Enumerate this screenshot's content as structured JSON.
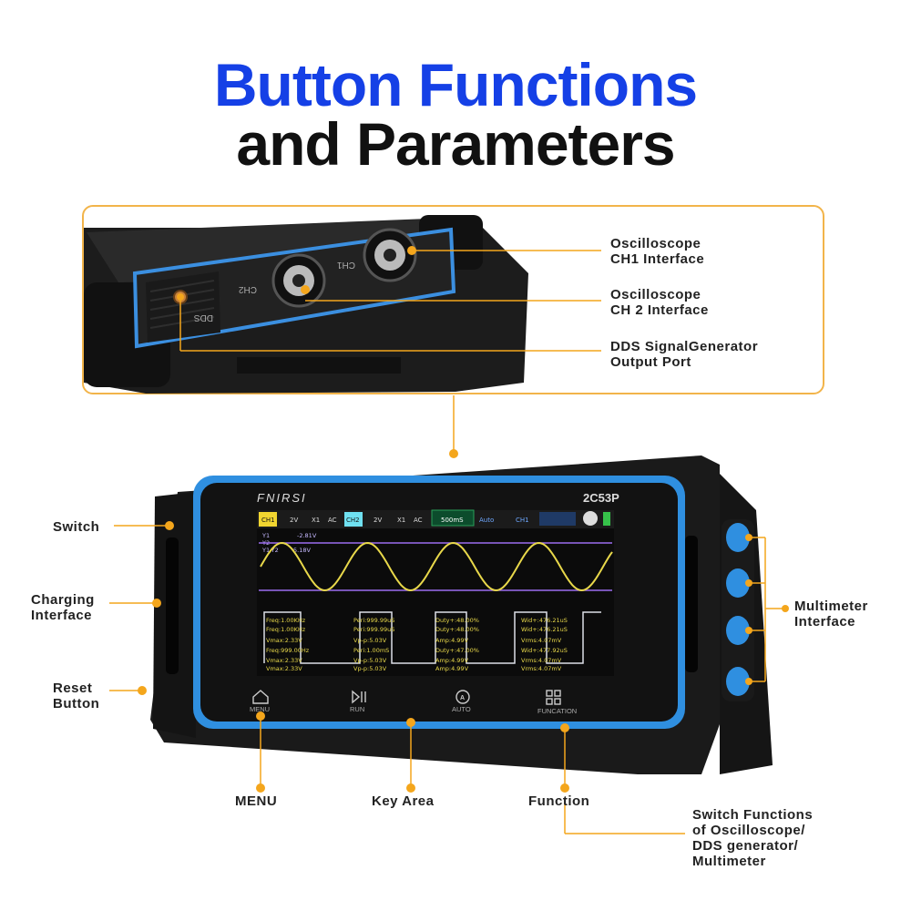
{
  "title": {
    "line1": "Button Functions",
    "line2": "and Parameters"
  },
  "colors": {
    "accent": "#f4a61c",
    "title_blue": "#1540e6",
    "device_blue": "#2f8fe0",
    "body": "#1a1a1a",
    "wave": "#e8d84a"
  },
  "top_panel": {
    "labels": [
      {
        "l1": "Oscilloscope",
        "l2": "CH1 Interface"
      },
      {
        "l1": "Oscilloscope",
        "l2": "CH 2 Interface"
      },
      {
        "l1": "DDS SignalGenerator",
        "l2": "Output Port"
      }
    ],
    "port_texts": {
      "ch1": "CH1",
      "ch2": "CH2",
      "dds": "DDS"
    }
  },
  "device": {
    "brand": "FNIRSI",
    "model": "2C53P",
    "status_bar": [
      "CH1",
      "2V",
      "X1",
      "AC",
      "CH2",
      "2V",
      "X1",
      "AC",
      "500mS",
      "Auto",
      "CH1"
    ],
    "cursor": {
      "y1": "Y1",
      "y1_val": "-2.81V",
      "y2": "Y2",
      "dy": "Y1-Y2",
      "dy_val": "5.18V"
    },
    "readouts": [
      [
        "Freq:1.00KHz",
        "Freq:1.00KHz",
        "Vmax:2.33V",
        "Freq:999.00Hz",
        "Vmax:2.33V",
        "Vmax:2.33V"
      ],
      [
        "Peri:999.99uS",
        "Peri:999.99uS",
        "Vp-p:5.03V",
        "Peri:1.00mS",
        "Vp-p:5.03V",
        "Vp-p:5.03V"
      ],
      [
        "Duty+:48.00%",
        "Duty+:48.00%",
        "Amp:4.99V",
        "Duty+:47.00%",
        "Amp:4.99V",
        "Amp:4.99V"
      ],
      [
        "Wid+:476.21uS",
        "Wid+:476.21uS",
        "Vrms:4.07mV",
        "Wid+:477.92uS",
        "Vrms:4.07mV",
        "Vrms:4.07mV"
      ]
    ],
    "keys": [
      "MENU",
      "RUN",
      "AUTO",
      "FUNCATION"
    ]
  },
  "callouts": {
    "switch": "Switch",
    "charging": {
      "l1": "Charging",
      "l2": "Interface"
    },
    "reset": {
      "l1": "Reset",
      "l2": "Button"
    },
    "multimeter": {
      "l1": "Multimeter",
      "l2": "Interface"
    },
    "menu": "MENU",
    "key_area": "Key Area",
    "function": "Function",
    "switch_functions": {
      "l1": "Switch Functions",
      "l2": "of Oscilloscope/",
      "l3": "DDS generator/",
      "l4": "Multimeter"
    }
  }
}
